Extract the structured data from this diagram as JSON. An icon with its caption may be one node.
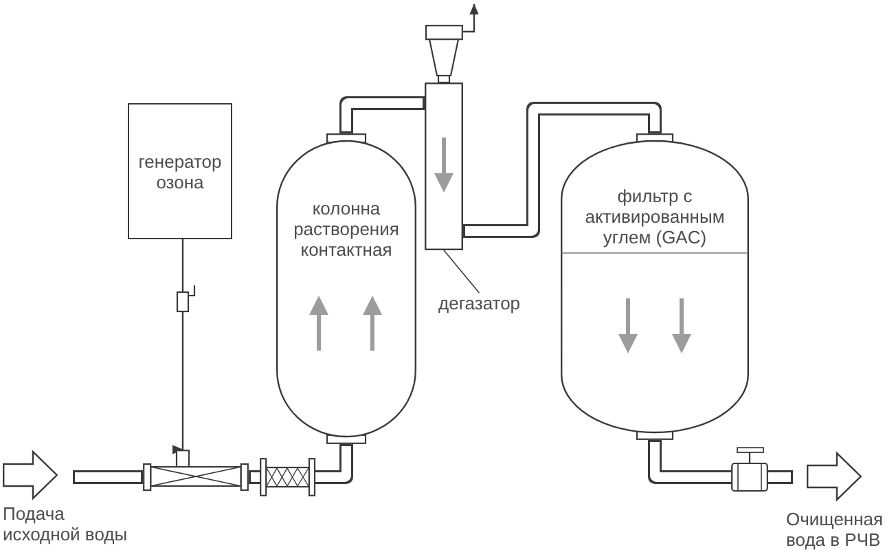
{
  "diagram": {
    "nodes": [
      {
        "text": [
          "генератор озона"
        ]
      },
      {
        "text": [],
        "shape": "picture"
      },
      {
        "text": [
          "колонна растворения контактная"
        ]
      },
      {
        "text": [],
        "shape": "box"
      },
      {
        "text": [
          "дегазатор"
        ]
      },
      {
        "text": [
          "фильтр с активированным углем (GAC)"
        ]
      }
    ],
    "edges": [
      {
        "from": 0,
        "to": 1,
        "arrow": "to"
      },
      {
        "from": null,
        "to": 1,
        "arrow": "none"
      },
      {
        "from": 1,
        "to": 2,
        "arrow": "none"
      },
      {
        "from": 2,
        "to": 3,
        "arrow": "none"
      },
      {
        "from": 3,
        "to": 5,
        "arrow": "none"
      },
      {
        "from": 5,
        "to": null,
        "arrow": "none"
      },
      {
        "from": 3,
        "to": null,
        "arrow": "to"
      },
      {
        "from": 4,
        "to": 3,
        "arrow": "none"
      }
    ],
    "labels": [
      "Подача исходной воды",
      "Очищенная вода в РЧВ"
    ]
  }
}
